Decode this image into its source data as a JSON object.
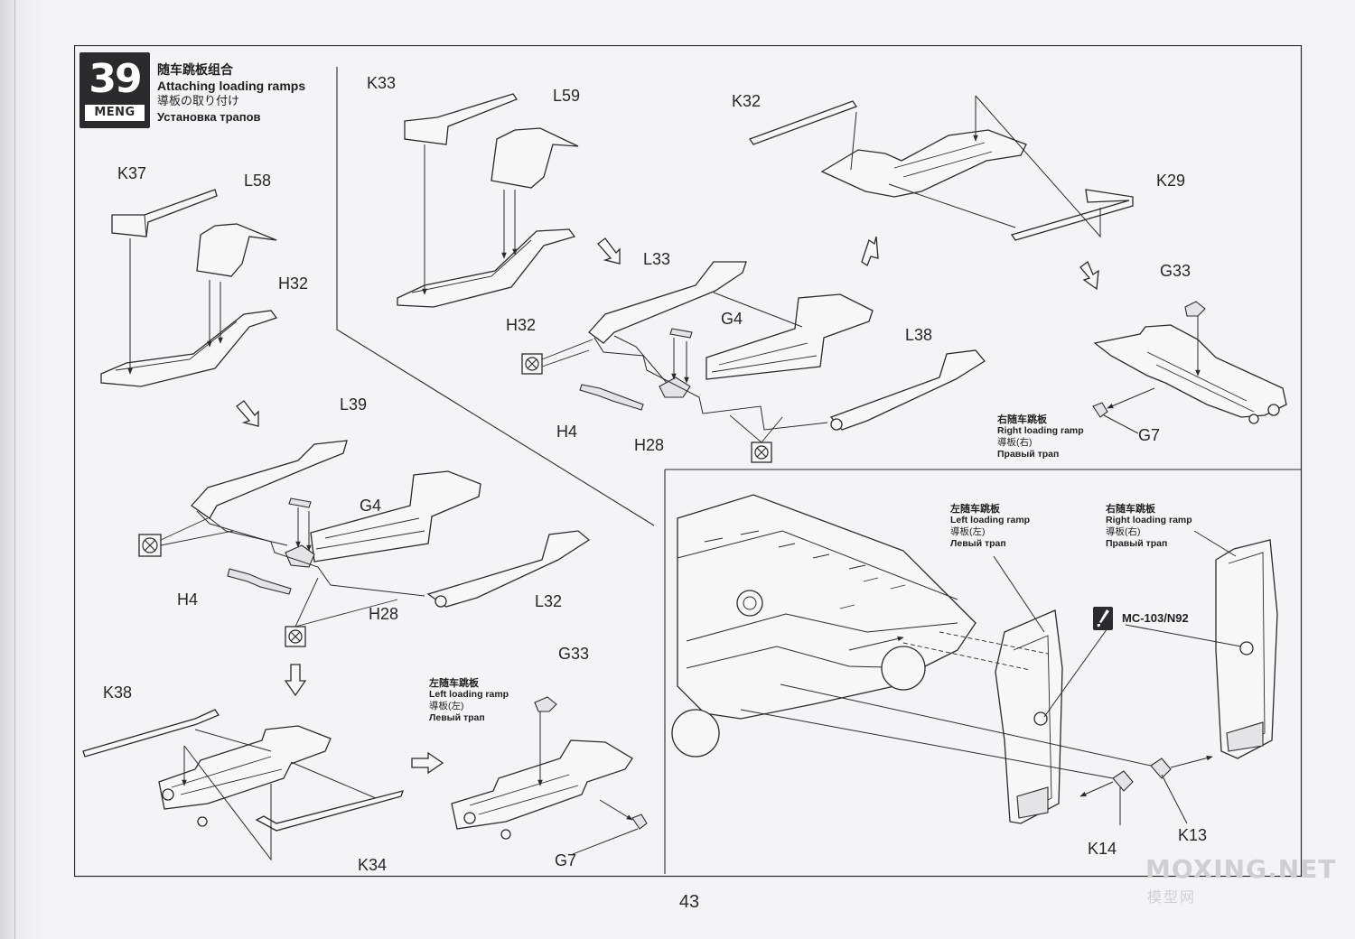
{
  "step": {
    "number": "39",
    "brand": "MENG",
    "title_zh": "随车跳板组合",
    "title_en": "Attaching loading ramps",
    "title_ja": "導板の取り付け",
    "title_ru": "Установка трапов"
  },
  "parts": {
    "k37": "K37",
    "l58": "L58",
    "h32_a": "H32",
    "l39": "L39",
    "g4_a": "G4",
    "h4_a": "H4",
    "h28_a": "H28",
    "l32": "L32",
    "k38": "K38",
    "k34": "K34",
    "g33_a": "G33",
    "g7_a": "G7",
    "k33": "K33",
    "l59": "L59",
    "h32_b": "H32",
    "l33": "L33",
    "g4_b": "G4",
    "l38": "L38",
    "h4_b": "H4",
    "h28_b": "H28",
    "k32": "K32",
    "k29": "K29",
    "g33_b": "G33",
    "g7_b": "G7",
    "k14": "K14",
    "k13": "K13"
  },
  "captions": {
    "left_small": {
      "zh": "左随车跳板",
      "en": "Left loading ramp",
      "ja": "導板(左)",
      "ru": "Левый трап"
    },
    "right_small": {
      "zh": "右随车跳板",
      "en": "Right loading ramp",
      "ja": "導板(右)",
      "ru": "Правый трап"
    },
    "left_big": {
      "zh": "左随车跳板",
      "en": "Left loading ramp",
      "ja": "導板(左)",
      "ru": "Левый трап"
    },
    "right_big": {
      "zh": "右随车跳板",
      "en": "Right loading ramp",
      "ja": "導板(右)",
      "ru": "Правый трап"
    }
  },
  "paint": {
    "code": "MC-103/N92",
    "icon": "paint-brush-icon"
  },
  "page_number": "43",
  "watermark": {
    "primary": "MOXING.NET",
    "secondary": "模型网"
  },
  "icons": {
    "no_glue": "no-glue-icon",
    "arrow": "assembly-arrow-icon"
  },
  "colors": {
    "ink": "#2a2a2a",
    "paper": "#f4f4f6",
    "badge": "#2b2b2d"
  }
}
